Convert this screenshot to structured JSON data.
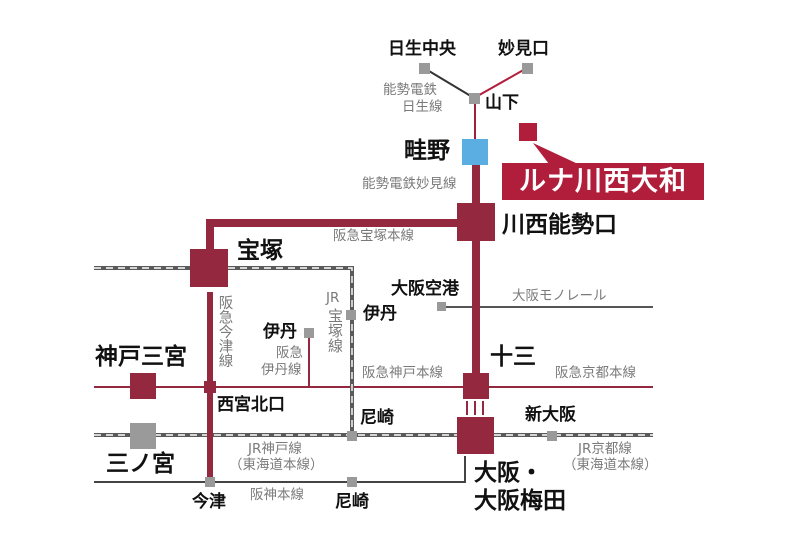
{
  "map": {
    "property": {
      "name": "ルナ川西大和",
      "marker_color": "#b11e3c"
    },
    "stations": {
      "nissei_chuo": "日生中央",
      "myokenguchi": "妙見口",
      "yamashita": "山下",
      "uneno": "畦野",
      "kawanishi_noseguchi": "川西能勢口",
      "takarazuka": "宝塚",
      "osaka_airport": "大阪空港",
      "itami_jr": "伊丹",
      "itami_hankyu": "伊丹",
      "kobe_sannomiya": "神戸三宮",
      "nishinomiya_kitaguchi": "西宮北口",
      "juso": "十三",
      "sannomiya": "三ノ宮",
      "amagasaki_jr": "尼崎",
      "shin_osaka": "新大阪",
      "osaka_umeda": [
        "大阪・",
        "大阪梅田"
      ],
      "imazu": "今津",
      "amagasaki_hanshin": "尼崎"
    },
    "lines": {
      "nose_nissei": [
        "能勢電鉄",
        "日生線"
      ],
      "nose_myoken": "能勢電鉄妙見線",
      "hankyu_takarazuka": "阪急宝塚本線",
      "hankyu_imazu": "阪急今津線",
      "jr_takarazuka": [
        "JR",
        "宝塚線"
      ],
      "hankyu_itami": [
        "阪急",
        "伊丹線"
      ],
      "osaka_monorail": "大阪モノレール",
      "hankyu_kobe": "阪急神戸本線",
      "hankyu_kyoto": "阪急京都本線",
      "jr_kobe": [
        "JR神戸線",
        "（東海道本線）"
      ],
      "jr_kyoto": [
        "JR京都線",
        "（東海道本線）"
      ],
      "hanshin": "阪神本線"
    },
    "colors": {
      "hankyu": "#93283f",
      "property": "#b11e3c",
      "nearest_station": "#5aaee2",
      "other_station": "#9a9a9a",
      "jr": "#5a5a5a",
      "hanshin": "#444444",
      "label_gray": "#7a7a7a"
    }
  }
}
